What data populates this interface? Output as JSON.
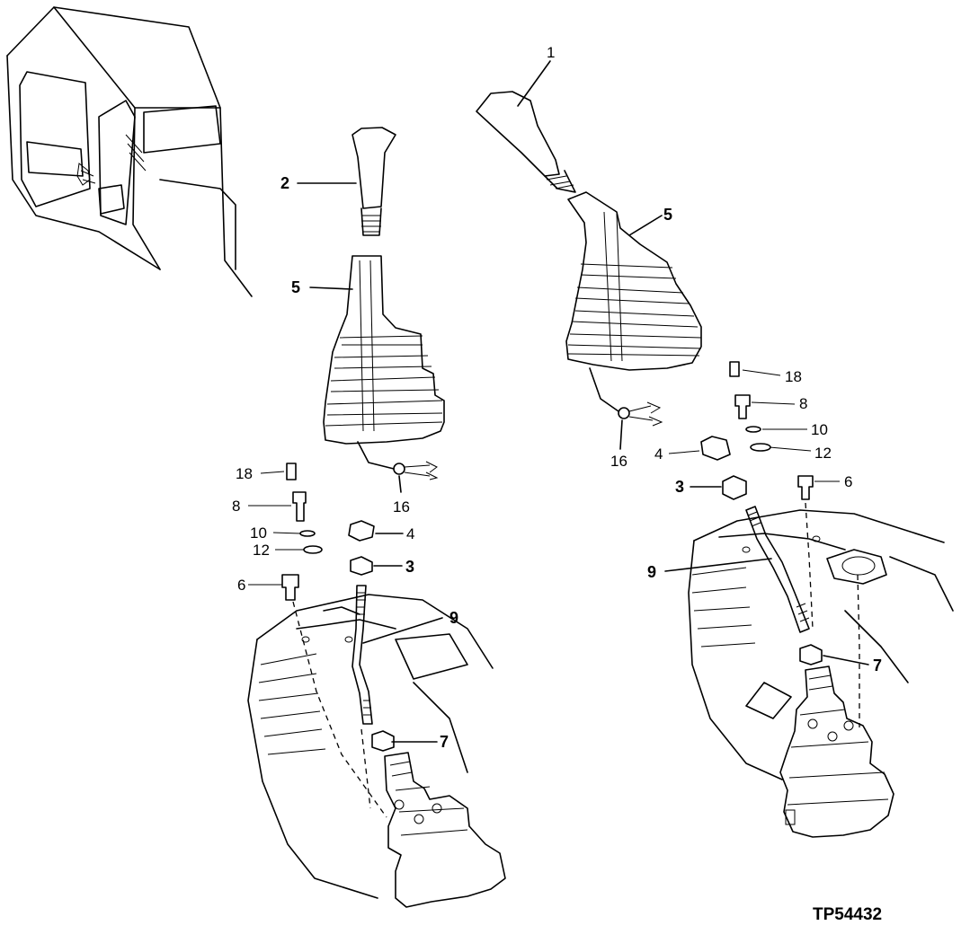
{
  "figure_code": "TP54432",
  "left_assembly": {
    "callouts": {
      "handle_a": "2",
      "boot": "5",
      "connector": "16",
      "pin": "18",
      "bolt_a": "8",
      "washer_a": "10",
      "washer_b": "12",
      "bolt_b": "6",
      "clamp": "4",
      "nut_a": "3",
      "rod": "9",
      "nut_b": "7"
    }
  },
  "right_assembly": {
    "callouts": {
      "handle_b": "1",
      "boot": "5",
      "connector": "16",
      "pin": "18",
      "bolt_a": "8",
      "washer_a": "10",
      "washer_b": "12",
      "bolt_b": "6",
      "clamp": "4",
      "nut_a": "3",
      "rod": "9",
      "nut_b": "7"
    }
  }
}
